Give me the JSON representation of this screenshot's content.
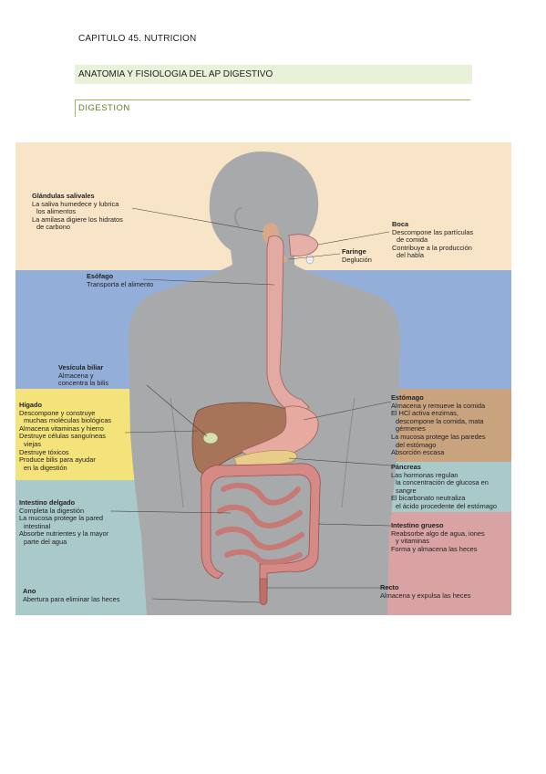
{
  "header": {
    "chapter": "CAPITULO 45. NUTRICION",
    "section": "ANATOMIA Y FISIOLOGIA DEL AP DIGESTIVO",
    "subsection": "DIGESTION"
  },
  "colors": {
    "accent_green": "#9ab85c",
    "band_beige": "#f8e5c7",
    "band_blue": "#93afd9",
    "band_yellow": "#f4e27a",
    "band_teal": "#a9c9ca",
    "band_brown": "#c9a27e",
    "band_pink": "#d9a3a3"
  },
  "labels": {
    "glandulas": {
      "title": "Glándulas salivales",
      "lines": [
        "La saliva humedece y lubrica",
        "los alimentos",
        "La amilasa digiere los hidratos",
        "de carbono"
      ]
    },
    "boca": {
      "title": "Boca",
      "lines": [
        "Descompone las partículas",
        "de comida",
        "Contribuye a la producción",
        "del habla"
      ]
    },
    "faringe": {
      "title": "Faringe",
      "lines": [
        "Deglución"
      ]
    },
    "esofago": {
      "title": "Esófago",
      "lines": [
        "Transporta el alimento"
      ]
    },
    "vesicula": {
      "title": "Vesícula biliar",
      "lines": [
        "Almacena y",
        "concentra la bilis"
      ]
    },
    "higado": {
      "title": "Hígado",
      "lines": [
        "Descompone y construye",
        "muchas moléculas biológicas",
        "Almacena vitaminas y hierro",
        "Destruye células sanguíneas",
        "viejas",
        "Destruye tóxicos",
        "Produce bilis para ayudar",
        "en la digestión"
      ]
    },
    "estomago": {
      "title": "Estómago",
      "lines": [
        "Almacena y remueve la comida",
        "El HCl activa enzimas,",
        "descompone la comida, mata",
        "gérmenes",
        "La mucosa protege las paredes",
        "del estómago",
        "Absorción escasa"
      ]
    },
    "pancreas": {
      "title": "Páncreas",
      "lines": [
        "Las hormonas regulan",
        "la concentración de glucosa en",
        "sangre",
        "El bicarbonato neutraliza",
        "el ácido procedente del estómago"
      ]
    },
    "intestino_delgado": {
      "title": "Intestino delgado",
      "lines": [
        "Completa la digestión",
        "La mucosa protege la pared",
        "intestinal",
        "Absorbe nutrientes y la mayor",
        "parte del agua"
      ]
    },
    "intestino_grueso": {
      "title": "Intestino grueso",
      "lines": [
        "Reabsorbe algo de agua, iones",
        "y vitaminas",
        "Forma y almacena las heces"
      ]
    },
    "recto": {
      "title": "Recto",
      "lines": [
        "Almacena y expulsa las heces"
      ]
    },
    "ano": {
      "title": "Ano",
      "lines": [
        "Abertura para eliminar las heces"
      ]
    }
  }
}
